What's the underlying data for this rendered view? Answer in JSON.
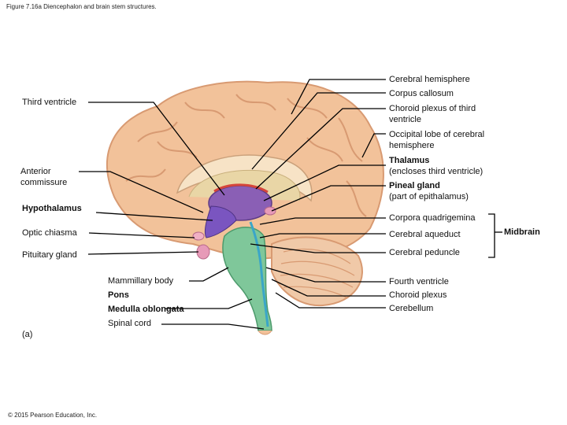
{
  "figure_title": "Figure 7.16a Diencephalon and brain stem structures.",
  "panel_label": "(a)",
  "copyright": "© 2015 Pearson Education, Inc.",
  "labels": {
    "third_ventricle": "Third ventricle",
    "anterior_commissure": "Anterior commissure",
    "hypothalamus": "Hypothalamus",
    "optic_chiasma": "Optic chiasma",
    "pituitary_gland": "Pituitary gland",
    "mammillary_body": "Mammillary body",
    "pons": "Pons",
    "medulla_oblongata": "Medulla oblongata",
    "spinal_cord": "Spinal cord",
    "cerebral_hemisphere": "Cerebral hemisphere",
    "corpus_callosum": "Corpus callosum",
    "choroid_plexus_third": "Choroid plexus of third ventricle",
    "occipital_lobe": "Occipital lobe of cerebral hemisphere",
    "thalamus": "Thalamus",
    "thalamus_note": "(encloses third ventricle)",
    "pineal_gland": "Pineal gland",
    "pineal_note": "(part of epithalamus)",
    "corpora_quadrigemina": "Corpora quadrigemina",
    "cerebral_aqueduct": "Cerebral aqueduct",
    "cerebral_peduncle": "Cerebral peduncle",
    "midbrain": "Midbrain",
    "fourth_ventricle": "Fourth ventricle",
    "choroid_plexus": "Choroid plexus",
    "cerebellum": "Cerebellum"
  },
  "colors": {
    "cortex": "#f2c29a",
    "cortex_dark": "#d89a72",
    "white_matter": "#f7e3c6",
    "thalamus": "#8a5fb5",
    "hypothalamus": "#7a55c0",
    "brainstem": "#7fc79a",
    "aqueduct": "#3aa6c8",
    "pineal": "#e79ab8",
    "leader": "#000000"
  }
}
